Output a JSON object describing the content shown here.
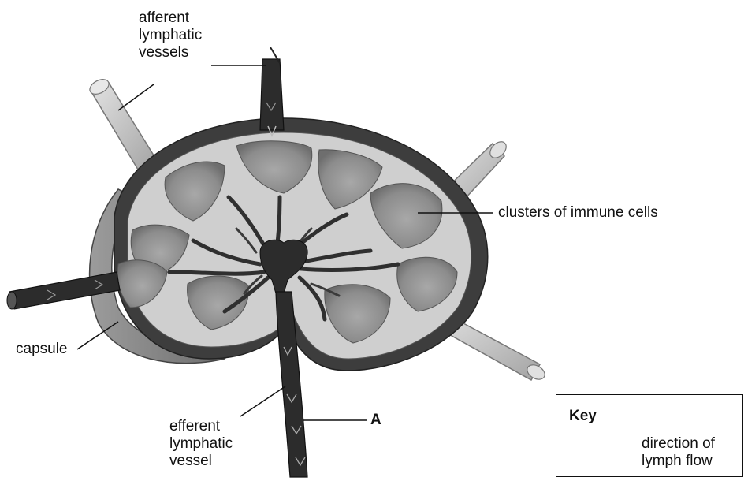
{
  "labels": {
    "afferent": [
      "afferent",
      "lymphatic",
      "vessels"
    ],
    "clusters": "clusters of immune cells",
    "capsule": "capsule",
    "efferent": [
      "efferent",
      "lymphatic",
      "vessel"
    ],
    "point_a": "A"
  },
  "key": {
    "title": "Key",
    "desc_line1": "direction of",
    "desc_line2": "lymph flow",
    "icon": "curved-arrow-icon"
  },
  "colors": {
    "capsule_dark": "#3d3d3d",
    "capsule_side": "#7a7a7a",
    "sinus_light": "#cfcfcf",
    "cluster_mid": "#9a9a9a",
    "vessel_pale": "#c8c8c8",
    "vessel_dark": "#2c2c2c"
  }
}
